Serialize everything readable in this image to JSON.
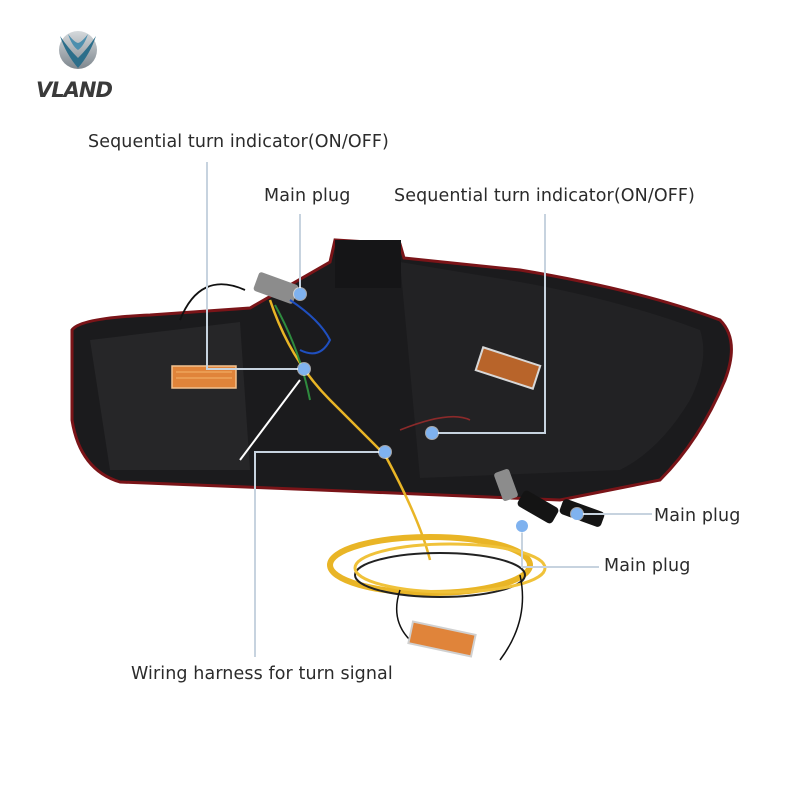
{
  "brand": {
    "name": "VLAND",
    "logo_icon": "vland-v-wing-logo-icon",
    "logo_colors": {
      "wing": "#2c6e8a",
      "ring": "#9aa3aa",
      "text": "#3a3a3a"
    }
  },
  "product": {
    "description": "Tail light assembly rear view with wiring harness",
    "housing_color": "#1b1b1d",
    "lens_edge_color": "#7a1418",
    "wire_colors": [
      "#e9b526",
      "#1f4fbf",
      "#2e8b3e",
      "#ffffff",
      "#b22222",
      "#111111"
    ],
    "resistor_color": "#d9782b"
  },
  "callouts": [
    {
      "id": "seq-left",
      "label": "Sequential turn indicator(ON/OFF)"
    },
    {
      "id": "main-plug-top",
      "label": "Main plug"
    },
    {
      "id": "seq-right",
      "label": "Sequential turn indicator(ON/OFF)"
    },
    {
      "id": "main-plug-right-1",
      "label": "Main plug"
    },
    {
      "id": "main-plug-right-2",
      "label": "Main plug"
    },
    {
      "id": "wiring-harness",
      "label": "Wiring harness for turn signal"
    }
  ],
  "styles": {
    "pointer_line_color": "#c7d3df",
    "pointer_dot_color": "#7fb2ef",
    "label_color": "#2b2b2b"
  }
}
